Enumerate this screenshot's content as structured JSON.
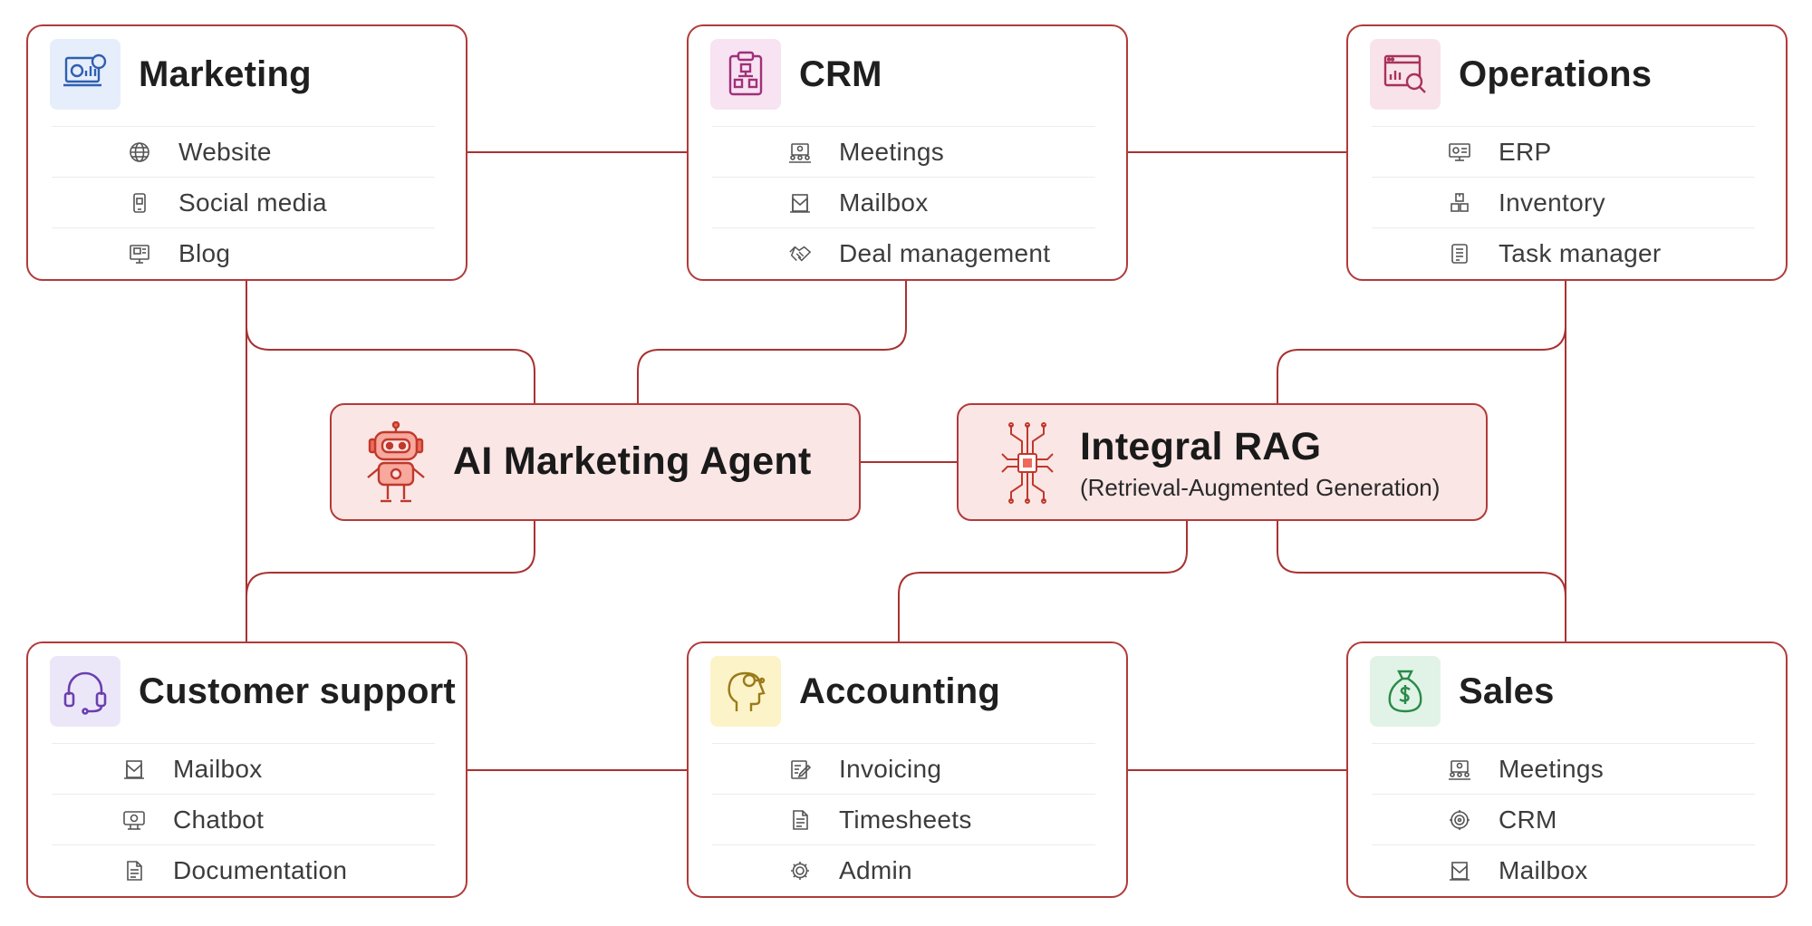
{
  "colors": {
    "connector": "#a83232",
    "card_border": "#b23a3a",
    "hub_fill": "#fbe6e6",
    "marketing_icon_bg": "#e6eefb",
    "crm_icon_bg": "#f7e3f1",
    "operations_icon_bg": "#f9e3ea",
    "support_icon_bg": "#ece7f8",
    "accounting_icon_bg": "#fcf3c8",
    "sales_icon_bg": "#e1f3e6"
  },
  "hubs": {
    "agent": {
      "title": "AI Marketing Agent",
      "icon": "robot-icon"
    },
    "rag": {
      "title": "Integral RAG",
      "subtitle": "(Retrieval-Augmented Generation)",
      "icon": "chip-icon"
    }
  },
  "cards": {
    "marketing": {
      "title": "Marketing",
      "icon": "analytics-screen-icon",
      "items": [
        {
          "label": "Website",
          "icon": "globe-icon"
        },
        {
          "label": "Social media",
          "icon": "phone-icon"
        },
        {
          "label": "Blog",
          "icon": "blog-icon"
        }
      ]
    },
    "crm": {
      "title": "CRM",
      "icon": "clipboard-icon",
      "items": [
        {
          "label": "Meetings",
          "icon": "meeting-icon"
        },
        {
          "label": "Mailbox",
          "icon": "mailbox-icon"
        },
        {
          "label": "Deal management",
          "icon": "handshake-icon"
        }
      ]
    },
    "operations": {
      "title": "Operations",
      "icon": "dashboard-search-icon",
      "items": [
        {
          "label": "ERP",
          "icon": "monitor-icon"
        },
        {
          "label": "Inventory",
          "icon": "boxes-icon"
        },
        {
          "label": "Task manager",
          "icon": "checklist-icon"
        }
      ]
    },
    "support": {
      "title": "Customer support",
      "icon": "headset-icon",
      "items": [
        {
          "label": "Mailbox",
          "icon": "mailbox-icon"
        },
        {
          "label": "Chatbot",
          "icon": "chatbot-icon"
        },
        {
          "label": "Documentation",
          "icon": "document-icon"
        }
      ]
    },
    "accounting": {
      "title": "Accounting",
      "icon": "head-gear-icon",
      "items": [
        {
          "label": "Invoicing",
          "icon": "invoice-icon"
        },
        {
          "label": "Timesheets",
          "icon": "document-icon"
        },
        {
          "label": "Admin",
          "icon": "gear-icon"
        }
      ]
    },
    "sales": {
      "title": "Sales",
      "icon": "money-bag-icon",
      "items": [
        {
          "label": "Meetings",
          "icon": "meeting-icon"
        },
        {
          "label": "CRM",
          "icon": "crm-gear-icon"
        },
        {
          "label": "Mailbox",
          "icon": "mailbox-icon"
        }
      ]
    }
  }
}
